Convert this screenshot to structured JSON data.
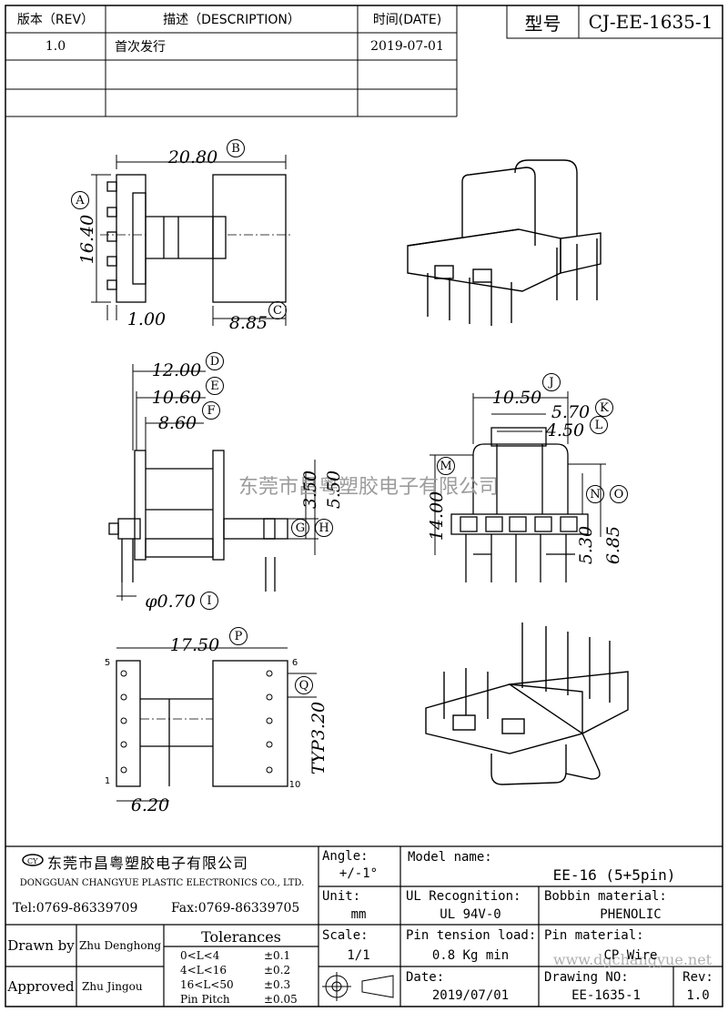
{
  "revision_table": {
    "headers": {
      "rev": "版本（REV）",
      "desc": "描述（DESCRIPTION）",
      "date": "时间(DATE)"
    },
    "rows": [
      {
        "rev": "1.0",
        "desc": "首次发行",
        "date": "2019-07-01"
      }
    ]
  },
  "model_box": {
    "label": "型号",
    "value": "CJ-EE-1635-1"
  },
  "watermark": "东莞市昌粤塑胶电子有限公司",
  "watermark2": "www.dgchangyue.net",
  "dims": {
    "top_width": "20.80",
    "top_height": "16.40",
    "top_left": "1.00",
    "top_right": "8.85",
    "side_a": "12.00",
    "side_b": "10.60",
    "side_c": "8.60",
    "side_g": "3.50",
    "side_h": "5.50",
    "side_pin": "φ0.70",
    "front_j": "10.50",
    "front_k": "5.70",
    "front_l": "4.50",
    "front_m": "14.00",
    "front_n": "5.30",
    "front_o": "6.85",
    "bottom_p": "17.50",
    "bottom_q": "TYP3.20",
    "bottom_left": "6.20",
    "pin5": "5",
    "pin1": "1",
    "pin6": "6",
    "pin10": "10"
  },
  "markers": [
    "A",
    "B",
    "C",
    "D",
    "E",
    "F",
    "G",
    "H",
    "I",
    "J",
    "K",
    "L",
    "M",
    "N",
    "O",
    "P",
    "Q"
  ],
  "title_block": {
    "company_cn": "东莞市昌粤塑胶电子有限公司",
    "company_en": "DONGGUAN CHANGYUE PLASTIC ELECTRONICS CO., LTD.",
    "tel": "Tel:0769-86339709",
    "fax": "Fax:0769-86339705",
    "angle_label": "Angle:",
    "angle_value": "+/-1°",
    "unit_label": "Unit:",
    "unit_value": "mm",
    "scale_label": "Scale:",
    "scale_value": "1/1",
    "model_label": "Model name:",
    "model_value": "EE-16 (5+5pin)",
    "ul_label": "UL Recognition:",
    "ul_value": "UL 94V-0",
    "bobbin_label": "Bobbin material:",
    "bobbin_value": "PHENOLIC",
    "tension_label": "Pin tension load:",
    "tension_value": "0.8 Kg min",
    "pinmat_label": "Pin material:",
    "pinmat_value": "CP Wire",
    "date_label": "Date:",
    "date_value": "2019/07/01",
    "drawing_label": "Drawing NO:",
    "drawing_value": "EE-1635-1",
    "rev_label": "Rev:",
    "rev_value": "1.0",
    "drawn_label": "Drawn by",
    "drawn_value": "Zhu Denghong",
    "approved_label": "Approved",
    "approved_value": "Zhu  Jingou",
    "tolerances_label": "Tolerances",
    "tolerances": [
      {
        "range": "0<L<4",
        "tol": "±0.1"
      },
      {
        "range": "4<L<16",
        "tol": "±0.2"
      },
      {
        "range": "16<L<50",
        "tol": "±0.3"
      },
      {
        "range": "Pin Pitch",
        "tol": "±0.05"
      }
    ]
  }
}
